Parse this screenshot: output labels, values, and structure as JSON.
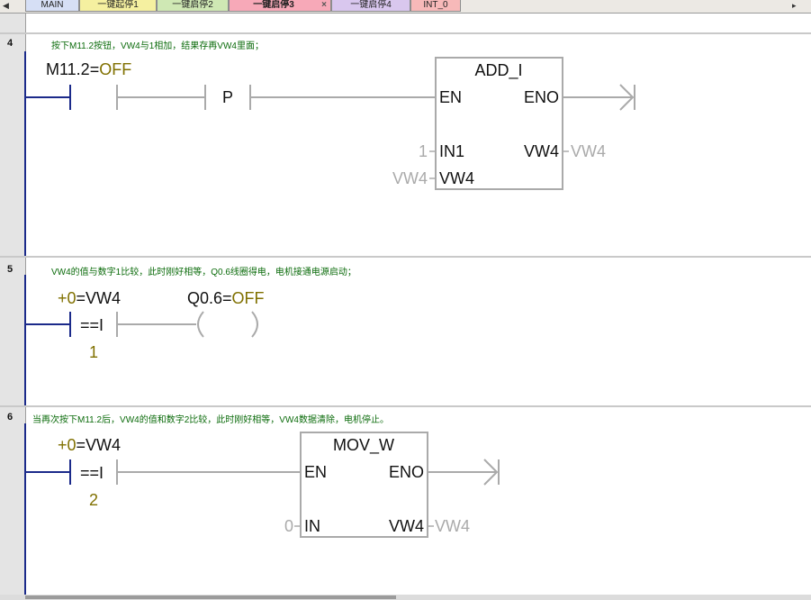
{
  "tabs": [
    {
      "label": "MAIN",
      "color": "#d6dff5",
      "active": false
    },
    {
      "label": "一键起停1",
      "color": "#f5f0a0",
      "active": false
    },
    {
      "label": "一键启停2",
      "color": "#cfe8b4",
      "active": false
    },
    {
      "label": "一键启停3",
      "color": "#f7a9b8",
      "active": true
    },
    {
      "label": "一键启停4",
      "color": "#d9c7ee",
      "active": false
    },
    {
      "label": "INT_0",
      "color": "#f7b9b9",
      "active": false
    }
  ],
  "tab_close": "×",
  "networks": [
    {
      "number": "4",
      "comment": "按下M11.2按钮，VW4与1相加，结果存再VW4里面；",
      "contact_address": "M11.2",
      "contact_state": "OFF",
      "pulse_label": "P",
      "box": {
        "name": "ADD_I",
        "en": "EN",
        "eno": "ENO",
        "in1": "IN1",
        "in2": "VW4",
        "out": "VW4"
      },
      "in1_value": "1",
      "in2_value": "VW4",
      "out_value": "VW4"
    },
    {
      "number": "5",
      "comment": "VW4的值与数字1比较，此时刚好相等，Q0.6线圈得电，电机接通电源启动；",
      "compare_left": "+0",
      "compare_left_addr": "VW4",
      "compare_op": "==I",
      "compare_right": "1",
      "coil_address": "Q0.6",
      "coil_state": "OFF"
    },
    {
      "number": "6",
      "comment": "当再次按下M11.2后，VW4的值和数字2比较，此时刚好相等，VW4数据清除，电机停止。",
      "compare_left": "+0",
      "compare_left_addr": "VW4",
      "compare_op": "==I",
      "compare_right": "2",
      "box": {
        "name": "MOV_W",
        "en": "EN",
        "eno": "ENO",
        "in": "IN",
        "out": "VW4"
      },
      "in_value": "0",
      "out_value": "VW4"
    }
  ],
  "colors": {
    "power_rail": "#1b2a8a",
    "state_value": "#807000",
    "comment": "#0b6b0b",
    "param_value": "#aaaaaa"
  }
}
